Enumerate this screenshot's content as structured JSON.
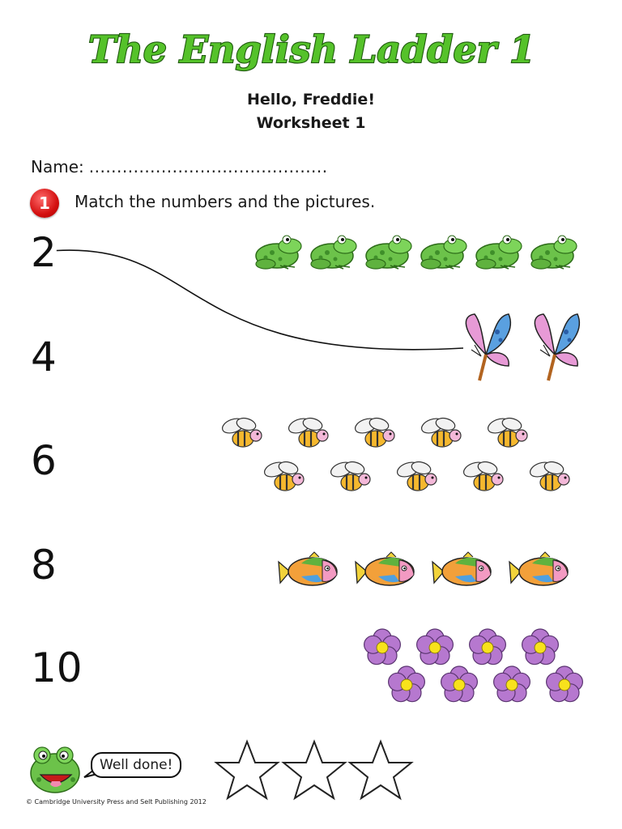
{
  "header": {
    "logo_text": "The English Ladder 1",
    "story_title": "Hello, Freddie!",
    "worksheet_title": "Worksheet 1"
  },
  "name_field": {
    "label": "Name:",
    "dots": "..........................................."
  },
  "exercise": {
    "number": "1",
    "instruction": "Match the numbers and the pictures."
  },
  "numbers": [
    "2",
    "4",
    "6",
    "8",
    "10"
  ],
  "pictures": [
    {
      "animal": "frog",
      "count": 6
    },
    {
      "animal": "butterfly",
      "count": 2
    },
    {
      "animal": "bee",
      "count": 10
    },
    {
      "animal": "fish",
      "count": 4
    },
    {
      "animal": "flower",
      "count": 8
    }
  ],
  "example_match": {
    "number": "2",
    "picture": "butterfly"
  },
  "footer": {
    "speech": "Well done!",
    "stars_count": 3,
    "copyright": "© Cambridge University Press and Selt Publishing 2012"
  },
  "colors": {
    "logo_green": "#55c22a",
    "frog_green": "#6cc24a",
    "butterfly_pink": "#e79ad6",
    "butterfly_blue": "#5aa0e0",
    "bee_yellow": "#f5b82e",
    "fish_orange": "#f2a03a",
    "flower_purple": "#b678cf",
    "flower_center": "#f8e21c",
    "badge_red": "#d41010"
  }
}
